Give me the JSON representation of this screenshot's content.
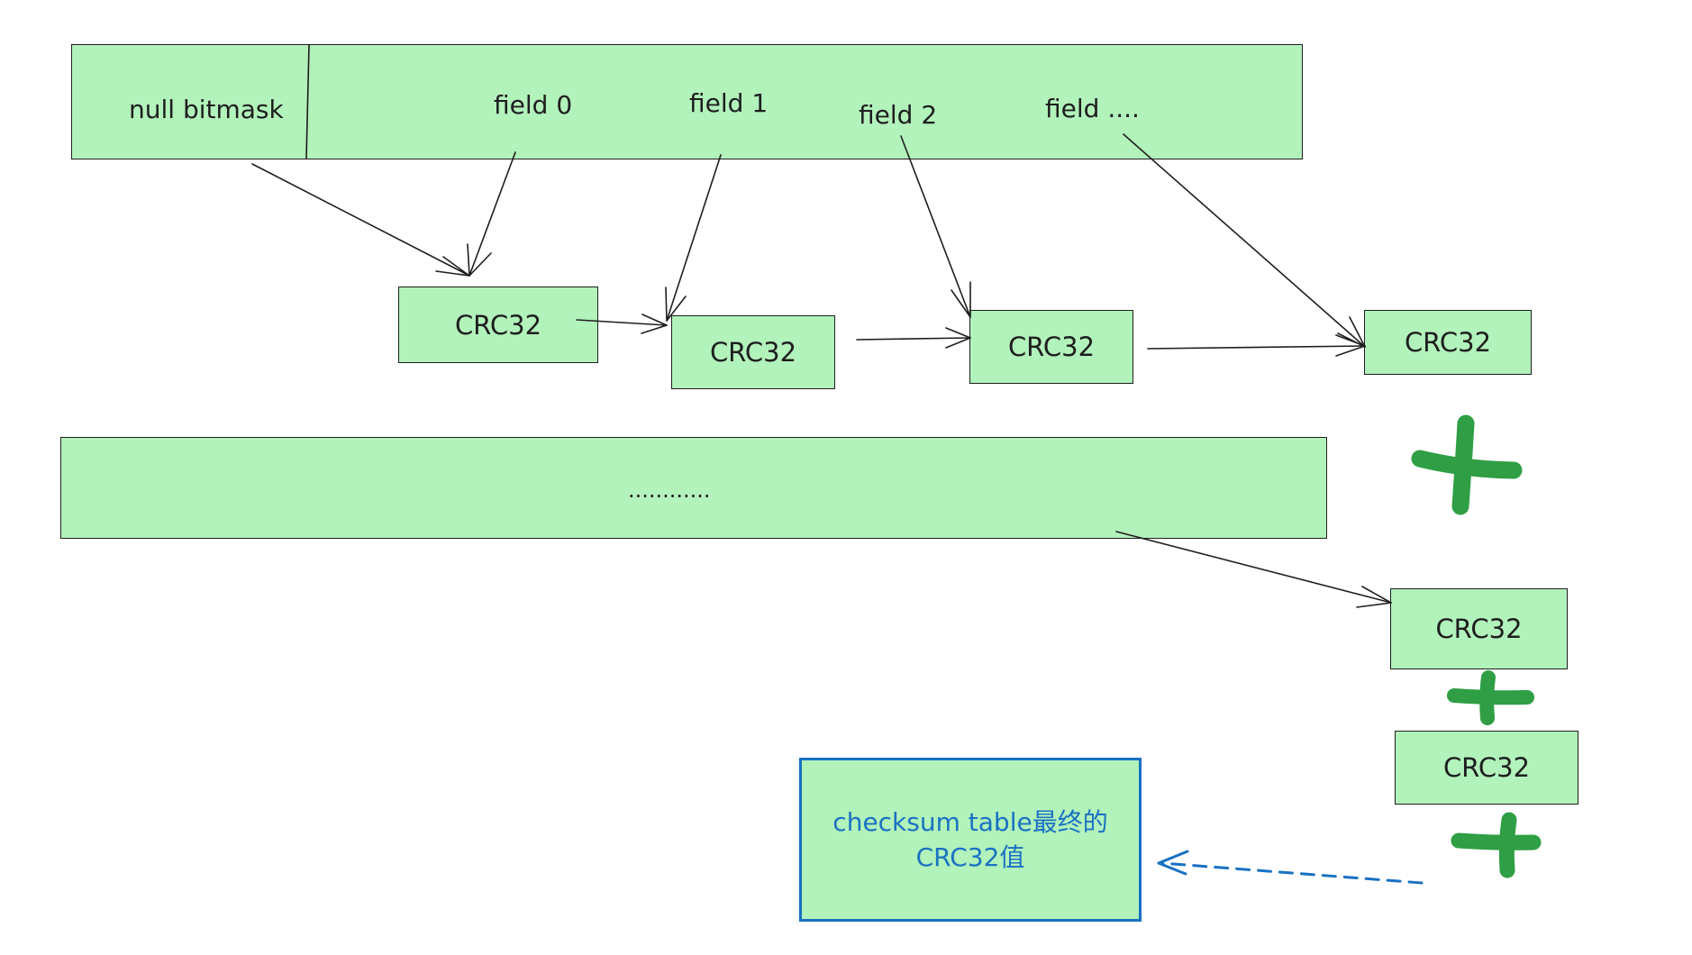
{
  "row": {
    "null_bitmask": "null bitmask",
    "fields": [
      "field 0",
      "field 1",
      "field 2",
      "field ...."
    ]
  },
  "crc_label": "CRC32",
  "crc_boxes": [
    "CRC32",
    "CRC32",
    "CRC32",
    "CRC32",
    "CRC32",
    "CRC32"
  ],
  "ellipsis_row": "............",
  "final_box": {
    "line1": "checksum table最终的",
    "line2": "CRC32值"
  },
  "colors": {
    "box_fill": "#b2f2bb",
    "stroke": "#1e1e1e",
    "plus": "#2f9e44",
    "final_accent": "#1971c2"
  }
}
